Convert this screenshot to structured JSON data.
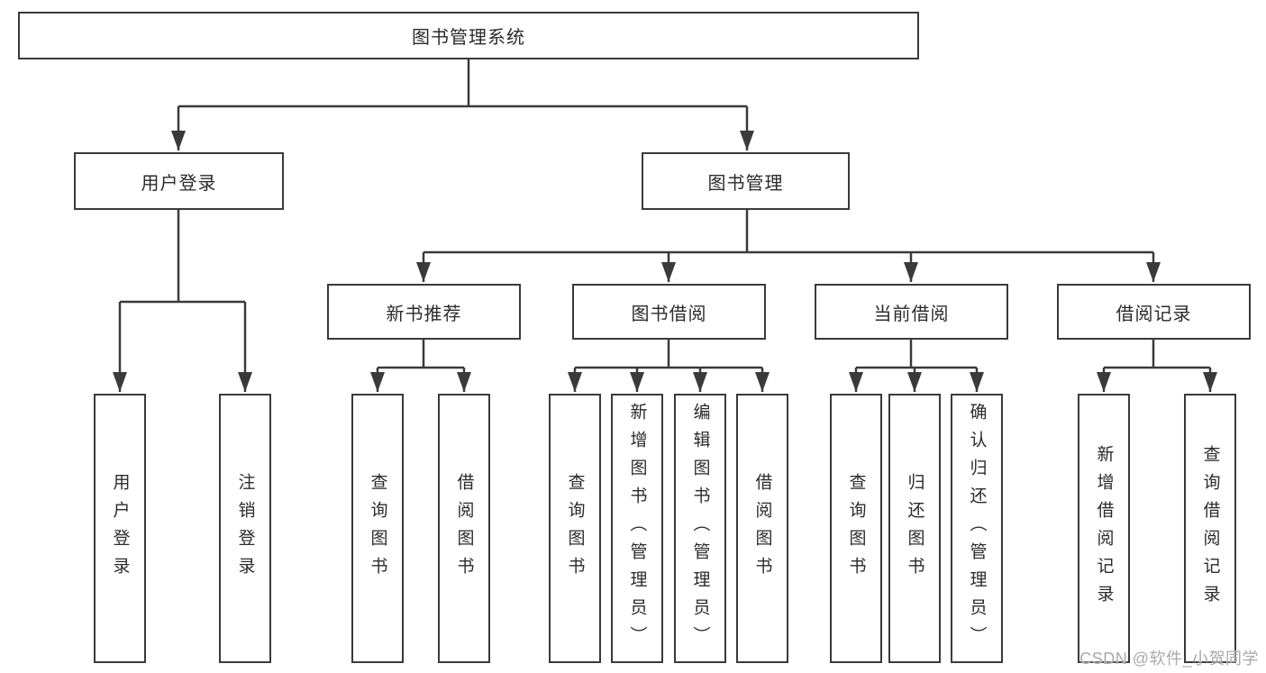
{
  "diagram": {
    "title": "图书管理系统",
    "branches": [
      {
        "label": "用户登录",
        "children": [
          {
            "label": "用户登录"
          },
          {
            "label": "注销登录"
          }
        ]
      },
      {
        "label": "图书管理",
        "children": [
          {
            "label": "新书推荐",
            "children": [
              {
                "label": "查询图书"
              },
              {
                "label": "借阅图书"
              }
            ]
          },
          {
            "label": "图书借阅",
            "children": [
              {
                "label": "查询图书"
              },
              {
                "label": "新增图书（管理员）"
              },
              {
                "label": "编辑图书（管理员）"
              },
              {
                "label": "借阅图书"
              }
            ]
          },
          {
            "label": "当前借阅",
            "children": [
              {
                "label": "查询图书"
              },
              {
                "label": "归还图书"
              },
              {
                "label": "确认归还（管理员）"
              }
            ]
          },
          {
            "label": "借阅记录",
            "children": [
              {
                "label": "新增借阅记录"
              },
              {
                "label": "查询借阅记录"
              }
            ]
          }
        ]
      }
    ]
  },
  "watermark": {
    "text": "CSDN @软件_小贺同学"
  },
  "colors": {
    "line": "#3a3a3a",
    "text": "#2b2b2b",
    "watermark": "#a9a9a9"
  }
}
